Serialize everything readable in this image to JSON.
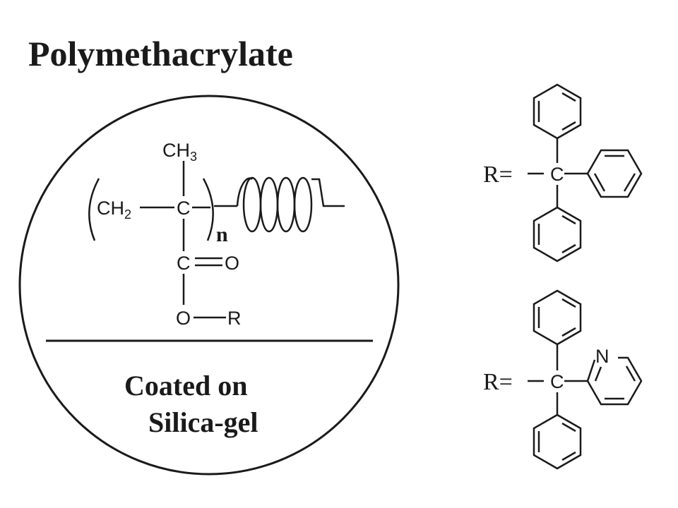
{
  "title": "Polymethacrylate",
  "polymer": {
    "methyl": "CH",
    "methyl_sub": "3",
    "methylene": "CH",
    "methylene_sub": "2",
    "carbon": "C",
    "carbonyl_c": "C",
    "carbonyl_o": "O",
    "ester_o": "O",
    "r_group": "R",
    "repeat": "n"
  },
  "support": {
    "line1": "Coated on",
    "line2": "Silica-gel"
  },
  "r_groups": [
    {
      "label": "R=",
      "center": "C"
    },
    {
      "label": "R=",
      "center": "C",
      "hetero": "N"
    }
  ],
  "colors": {
    "ink": "#1a1a1a",
    "background": "#ffffff"
  }
}
